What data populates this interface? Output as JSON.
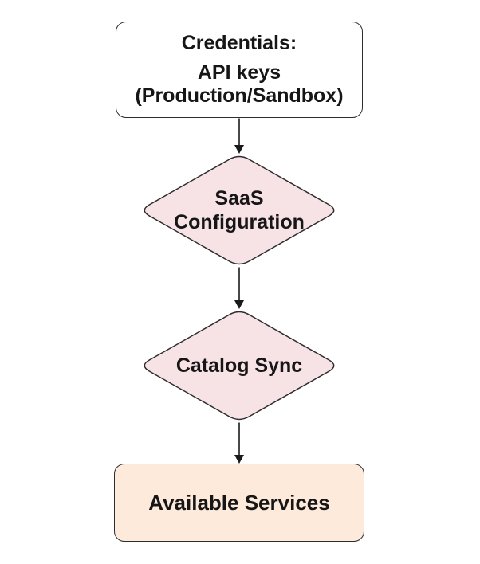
{
  "nodes": {
    "credentials": {
      "title": "Credentials:",
      "subtitle": "API keys (Production/Sandbox)"
    },
    "saas_config": {
      "label": "SaaS Configuration"
    },
    "catalog_sync": {
      "label": "Catalog Sync"
    },
    "available_services": {
      "label": "Available Services"
    }
  },
  "colors": {
    "process_fill": "#ffffff",
    "decision_fill": "#f7e2e5",
    "result_fill": "#fdeadb",
    "stroke": "#2d2d2d",
    "arrow": "#1a1a1a",
    "text": "#161616",
    "canvas_bg": "#ffffff"
  }
}
